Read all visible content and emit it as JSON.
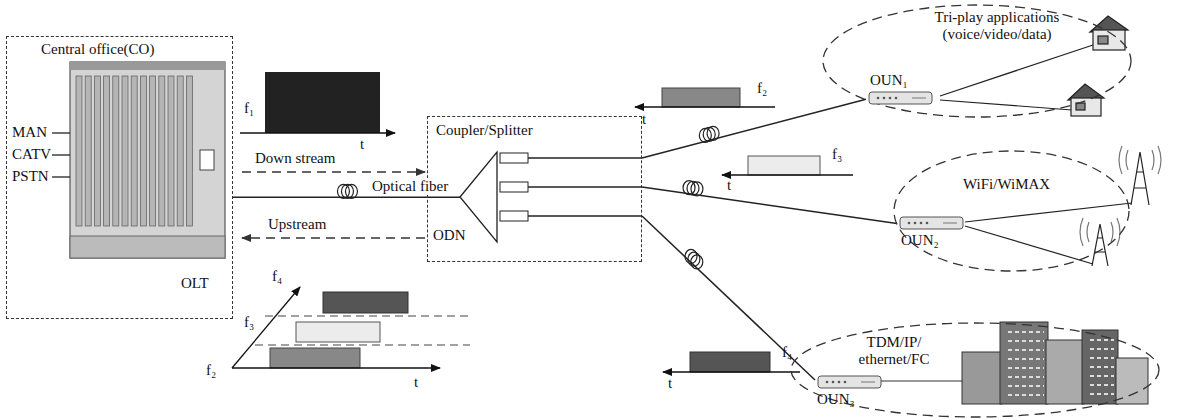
{
  "diagram": {
    "nodes": [
      {
        "text": [
          "Central office(CO)",
          "OLT"
        ]
      },
      {
        "text": [
          "Coupler/Splitter",
          "ODN"
        ]
      },
      {
        "text": [
          "Tri-play applications (voice/video/data)"
        ]
      },
      {
        "text": [
          "OUN₁"
        ],
        "in": 2
      },
      {
        "text": [
          "WiFi/WiMAX"
        ]
      },
      {
        "text": [
          "OUN₂"
        ],
        "in": 4
      },
      {
        "text": [
          "TDM/IP/ ethernet/FC"
        ]
      },
      {
        "text": [
          "OUN₃"
        ],
        "in": 6
      }
    ],
    "edges": [
      {
        "from": 0,
        "to": 1,
        "label": "Optical fiber",
        "arrow": "none"
      },
      {
        "from": 1,
        "to": 3,
        "arrow": "none"
      },
      {
        "from": 1,
        "to": 5,
        "arrow": "none"
      },
      {
        "from": 1,
        "to": 7,
        "arrow": "none"
      }
    ],
    "labels": [
      "MAN",
      "CATV",
      "PSTN",
      "Down stream",
      "Upstream",
      "f₁",
      "t",
      "f₄",
      "f₃",
      "f₂",
      "t",
      "f₂",
      "t",
      "f₃",
      "t",
      "f₄",
      "t"
    ]
  }
}
